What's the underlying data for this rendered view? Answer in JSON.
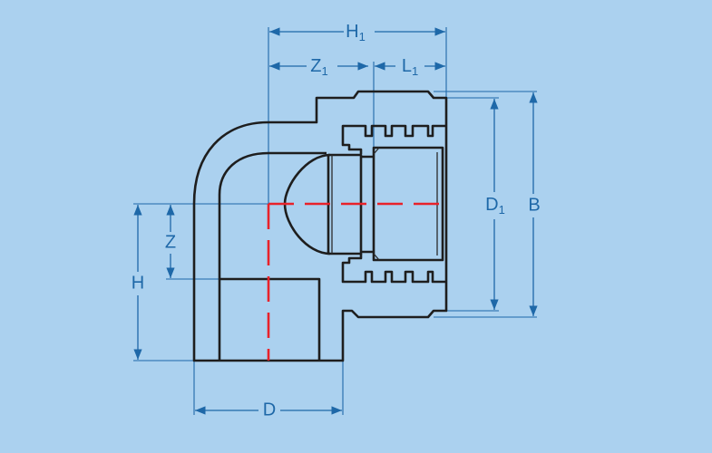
{
  "diagram": {
    "title": "90° elbow with threaded insert – dimension drawing",
    "dimensions": {
      "H1": {
        "base": "H",
        "sub": "1"
      },
      "Z1": {
        "base": "Z",
        "sub": "1"
      },
      "L1": {
        "base": "L",
        "sub": "1"
      },
      "D1": {
        "base": "D",
        "sub": "1"
      },
      "B": {
        "base": "B"
      },
      "H": {
        "base": "H"
      },
      "Z": {
        "base": "Z"
      },
      "D": {
        "base": "D"
      }
    },
    "colors": {
      "background": "#abd1ef",
      "dimension": "#1e68a8",
      "outline": "#1e1e1e",
      "axis": "#e8222a"
    }
  }
}
